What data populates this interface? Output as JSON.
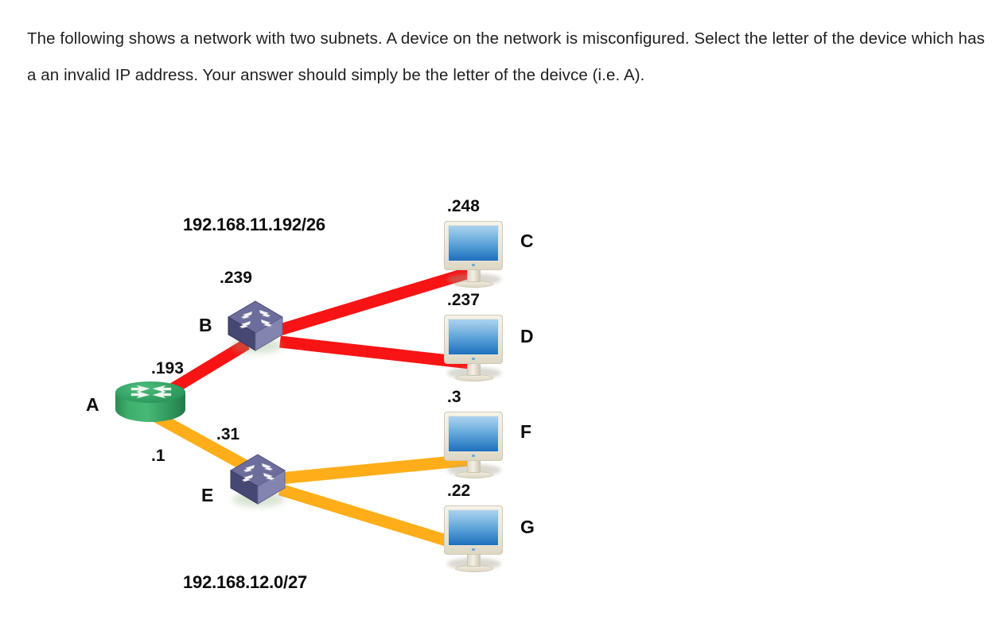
{
  "question": {
    "text": "The following shows a network with two subnets. A device on the network is misconfigured. Select the letter of the device which has a an invalid IP address. Your answer should simply be the letter of the deivce (i.e. A)."
  },
  "diagram": {
    "subnets": [
      {
        "id": "upper",
        "label": "192.168.11.192/26",
        "link_color": "#f81414"
      },
      {
        "id": "lower",
        "label": "192.168.12.0/27",
        "link_color": "#ffae1a"
      }
    ],
    "nodes": [
      {
        "id": "A",
        "letter": "A",
        "type": "router",
        "color": "#33a063"
      },
      {
        "id": "B",
        "letter": "B",
        "type": "switch",
        "color": "#6b6b99",
        "ip_label": ".239"
      },
      {
        "id": "C",
        "letter": "C",
        "type": "monitor",
        "ip_label": ".248"
      },
      {
        "id": "D",
        "letter": "D",
        "type": "monitor",
        "ip_label": ".237"
      },
      {
        "id": "E",
        "letter": "E",
        "type": "switch",
        "color": "#6b6b99",
        "ip_label": ".31"
      },
      {
        "id": "F",
        "letter": "F",
        "type": "monitor",
        "ip_label": ".3"
      },
      {
        "id": "G",
        "letter": "G",
        "type": "monitor",
        "ip_label": ".22"
      }
    ],
    "router_interfaces": [
      {
        "id": "A-upper",
        "label": ".193",
        "subnet": "upper"
      },
      {
        "id": "A-lower",
        "label": ".1",
        "subnet": "lower"
      }
    ],
    "links": [
      {
        "from": "A",
        "to": "B",
        "color": "#f81414"
      },
      {
        "from": "B",
        "to": "C",
        "color": "#f81414"
      },
      {
        "from": "B",
        "to": "D",
        "color": "#f81414"
      },
      {
        "from": "A",
        "to": "E",
        "color": "#ffae1a"
      },
      {
        "from": "E",
        "to": "F",
        "color": "#ffae1a"
      },
      {
        "from": "E",
        "to": "G",
        "color": "#ffae1a"
      }
    ]
  }
}
